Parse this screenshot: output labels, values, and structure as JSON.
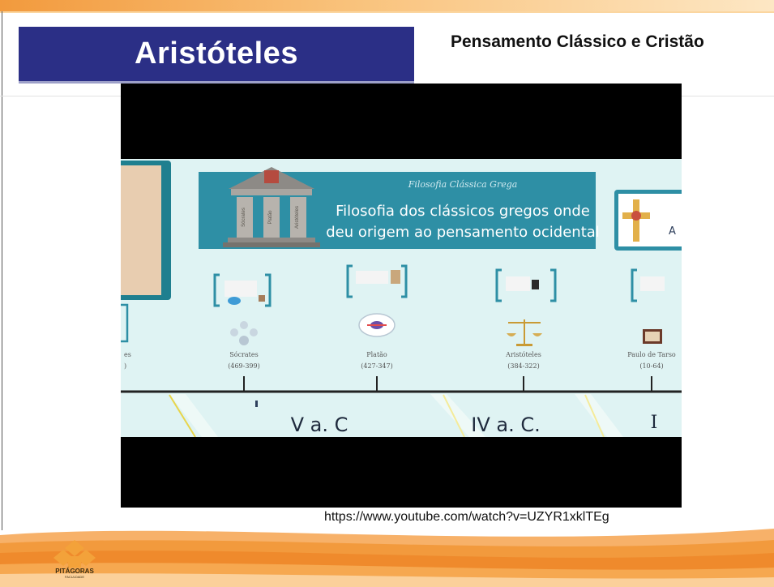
{
  "slide": {
    "title": "Aristóteles",
    "subtitle": "Pensamento Clássico e Cristão",
    "video_url": "https://www.youtube.com/watch?v=UZYR1xklTEg"
  },
  "video_frame": {
    "banner_caption": "Filosofia Clássica Grega",
    "banner_title_line1": "Filosofia dos clássicos gregos onde",
    "banner_title_line2": "deu origem ao pensamento ocidental",
    "temple_columns": [
      "Sócrates",
      "Platão",
      "Aristóteles"
    ],
    "right_card_text": "A",
    "philosophers": [
      {
        "name": "Sócrates",
        "dates": "(469-399)"
      },
      {
        "name": "Platão",
        "dates": "(427-347)"
      },
      {
        "name": "Aristóteles",
        "dates": "(384-322)"
      },
      {
        "name": "Paulo de Tarso",
        "dates": "(10-64)"
      }
    ],
    "left_partial_name": "es",
    "left_partial_dates": ")",
    "era_labels": [
      "V a. C",
      "IV a. C.",
      "I"
    ]
  },
  "brand": {
    "logo_name": "PITÁGORAS",
    "logo_sub": "FACULDADE",
    "accent_orange": "#f29a3d",
    "title_blue": "#2b2f86"
  }
}
